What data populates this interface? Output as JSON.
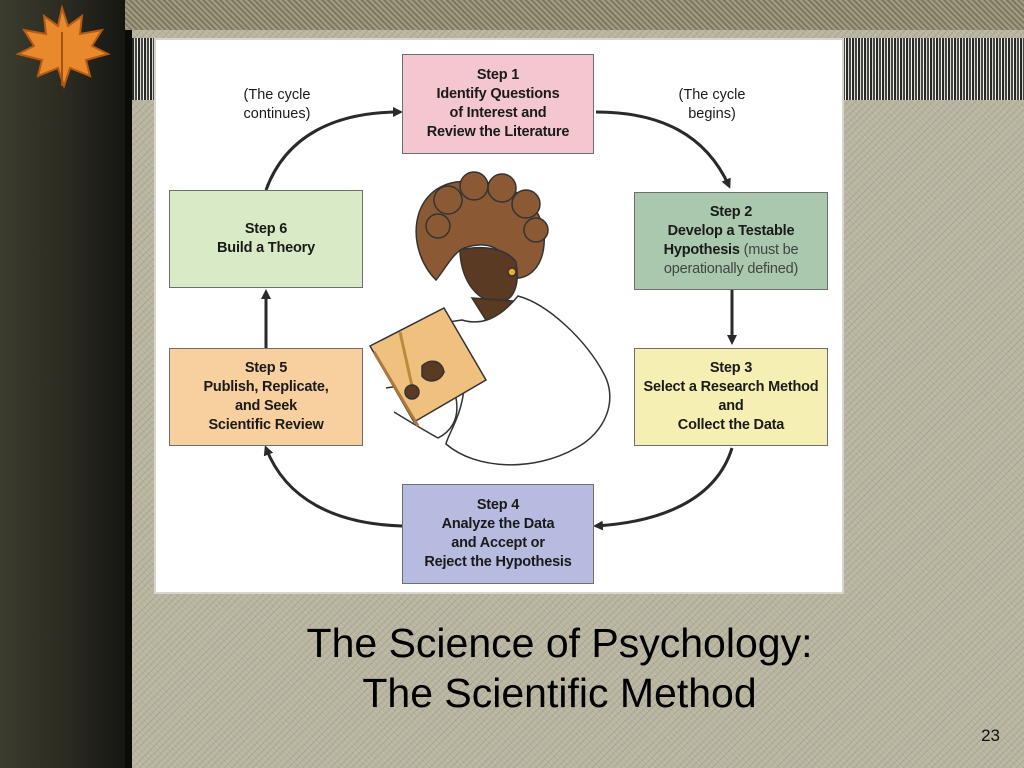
{
  "slide": {
    "title_line1": "The Science of Psychology:",
    "title_line2": "The Scientific Method",
    "page_number": "23"
  },
  "diagram": {
    "cycle_begins": [
      "(The cycle",
      "begins)"
    ],
    "cycle_continues": [
      "(The cycle",
      "continues)"
    ],
    "steps": [
      {
        "label": "Step 1",
        "lines": [
          "Identify Questions",
          "of Interest and",
          "Review the Literature"
        ],
        "color": "#f4c6d0"
      },
      {
        "label": "Step 2",
        "lines": [
          "Develop a Testable"
        ],
        "bold_inline": "Hypothesis",
        "light_inline": " (must be",
        "light_line": "operationally defined)",
        "color": "#a9c8ad"
      },
      {
        "label": "Step 3",
        "lines": [
          "Select a Research Method",
          "and",
          "Collect the Data"
        ],
        "color": "#f6efb4"
      },
      {
        "label": "Step 4",
        "lines": [
          "Analyze the Data",
          "and Accept or",
          "Reject the Hypothesis"
        ],
        "color": "#b6bbdf"
      },
      {
        "label": "Step 5",
        "lines": [
          "Publish, Replicate,",
          "and Seek",
          "Scientific Review"
        ],
        "color": "#f8cf9e"
      },
      {
        "label": "Step 6",
        "lines": [
          "Build a Theory"
        ],
        "color": "#d9eac6"
      }
    ]
  }
}
